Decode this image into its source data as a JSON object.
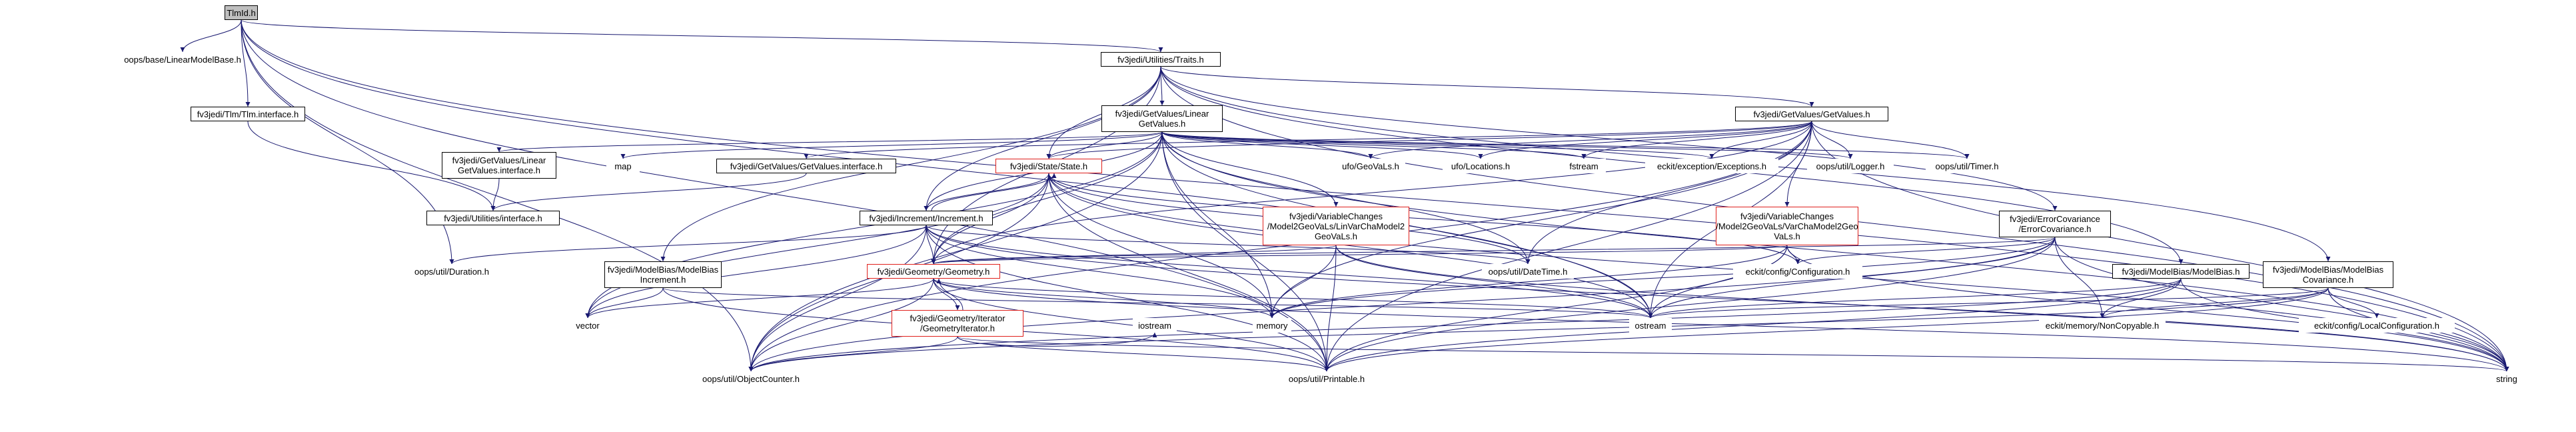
{
  "graph": {
    "title": "",
    "edge_color": "#191970",
    "nodes": [
      {
        "id": "tlmid",
        "label": "TlmId.h",
        "style": "root"
      },
      {
        "id": "linearmodelbase",
        "label": "oops/base/LinearModelBase.h",
        "style": "plain"
      },
      {
        "id": "traits",
        "label": "fv3jedi/Utilities/Traits.h",
        "style": "black"
      },
      {
        "id": "tlminterface",
        "label": "fv3jedi/Tlm/Tlm.interface.h",
        "style": "black"
      },
      {
        "id": "glinear",
        "label": "fv3jedi/GetValues/Linear\nGetValues.h",
        "style": "black"
      },
      {
        "id": "getvalues",
        "label": "fv3jedi/GetValues/GetValues.h",
        "style": "black"
      },
      {
        "id": "glinearinterface",
        "label": "fv3jedi/GetValues/Linear\nGetValues.interface.h",
        "style": "black"
      },
      {
        "id": "map",
        "label": "map",
        "style": "plain"
      },
      {
        "id": "gvinterface",
        "label": "fv3jedi/GetValues/GetValues.interface.h",
        "style": "black"
      },
      {
        "id": "state",
        "label": "fv3jedi/State/State.h",
        "style": "red"
      },
      {
        "id": "ufogeovals",
        "label": "ufo/GeoVaLs.h",
        "style": "plain"
      },
      {
        "id": "ufolocations",
        "label": "ufo/Locations.h",
        "style": "plain"
      },
      {
        "id": "fstream",
        "label": "fstream",
        "style": "plain"
      },
      {
        "id": "eckitexceptions",
        "label": "eckit/exception/Exceptions.h",
        "style": "plain"
      },
      {
        "id": "oopslogger",
        "label": "oops/util/Logger.h",
        "style": "plain"
      },
      {
        "id": "oopstimer",
        "label": "oops/util/Timer.h",
        "style": "plain"
      },
      {
        "id": "utilinterface",
        "label": "fv3jedi/Utilities/interface.h",
        "style": "black"
      },
      {
        "id": "increment",
        "label": "fv3jedi/Increment/Increment.h",
        "style": "black"
      },
      {
        "id": "vc_lin",
        "label": "fv3jedi/VariableChanges\n/Model2GeoVaLs/LinVarChaModel2\nGeoVaLs.h",
        "style": "red"
      },
      {
        "id": "vc",
        "label": "fv3jedi/VariableChanges\n/Model2GeoVaLs/VarChaModel2Geo\nVaLs.h",
        "style": "red"
      },
      {
        "id": "errcov",
        "label": "fv3jedi/ErrorCovariance\n/ErrorCovariance.h",
        "style": "black"
      },
      {
        "id": "oopsduration",
        "label": "oops/util/Duration.h",
        "style": "plain"
      },
      {
        "id": "modelbiasinc",
        "label": "fv3jedi/ModelBias/ModelBias\nIncrement.h",
        "style": "black"
      },
      {
        "id": "geometry",
        "label": "fv3jedi/Geometry/Geometry.h",
        "style": "red"
      },
      {
        "id": "oopsdatetime",
        "label": "oops/util/DateTime.h",
        "style": "plain"
      },
      {
        "id": "eckitconfig",
        "label": "eckit/config/Configuration.h",
        "style": "plain"
      },
      {
        "id": "modelbias",
        "label": "fv3jedi/ModelBias/ModelBias.h",
        "style": "black"
      },
      {
        "id": "modelbiascov",
        "label": "fv3jedi/ModelBias/ModelBias\nCovariance.h",
        "style": "black"
      },
      {
        "id": "geomiter",
        "label": "fv3jedi/Geometry/Iterator\n/GeometryIterator.h",
        "style": "red"
      },
      {
        "id": "vector",
        "label": "vector",
        "style": "plain"
      },
      {
        "id": "iostream",
        "label": "iostream",
        "style": "plain"
      },
      {
        "id": "memory",
        "label": "memory",
        "style": "plain"
      },
      {
        "id": "ostream",
        "label": "ostream",
        "style": "plain"
      },
      {
        "id": "noncopyable",
        "label": "eckit/memory/NonCopyable.h",
        "style": "plain"
      },
      {
        "id": "localconfig",
        "label": "eckit/config/LocalConfiguration.h",
        "style": "plain"
      },
      {
        "id": "objectcounter",
        "label": "oops/util/ObjectCounter.h",
        "style": "plain"
      },
      {
        "id": "printable",
        "label": "oops/util/Printable.h",
        "style": "plain"
      },
      {
        "id": "string",
        "label": "string",
        "style": "plain"
      }
    ],
    "edges": [
      [
        "tlmid",
        "linearmodelbase"
      ],
      [
        "tlmid",
        "traits"
      ],
      [
        "tlmid",
        "tlminterface"
      ],
      [
        "tlmid",
        "oopsduration"
      ],
      [
        "tlmid",
        "objectcounter"
      ],
      [
        "tlmid",
        "printable"
      ],
      [
        "tlmid",
        "string"
      ],
      [
        "tlmid",
        "ostream"
      ],
      [
        "traits",
        "glinear"
      ],
      [
        "traits",
        "getvalues"
      ],
      [
        "traits",
        "state"
      ],
      [
        "traits",
        "increment"
      ],
      [
        "traits",
        "geometry"
      ],
      [
        "traits",
        "errcov"
      ],
      [
        "traits",
        "modelbias"
      ],
      [
        "traits",
        "modelbiasinc"
      ],
      [
        "traits",
        "modelbiascov"
      ],
      [
        "traits",
        "string"
      ],
      [
        "tlminterface",
        "utilinterface"
      ],
      [
        "glinear",
        "glinearinterface"
      ],
      [
        "glinear",
        "map"
      ],
      [
        "glinear",
        "state"
      ],
      [
        "glinear",
        "ufogeovals"
      ],
      [
        "glinear",
        "ufolocations"
      ],
      [
        "glinear",
        "fstream"
      ],
      [
        "glinear",
        "eckitexceptions"
      ],
      [
        "glinear",
        "oopslogger"
      ],
      [
        "glinear",
        "oopstimer"
      ],
      [
        "glinear",
        "increment"
      ],
      [
        "glinear",
        "vc_lin"
      ],
      [
        "glinear",
        "geometry"
      ],
      [
        "glinear",
        "oopsdatetime"
      ],
      [
        "glinear",
        "memory"
      ],
      [
        "glinear",
        "vector"
      ],
      [
        "glinear",
        "objectcounter"
      ],
      [
        "glinear",
        "printable"
      ],
      [
        "glinear",
        "string"
      ],
      [
        "glinear",
        "ostream"
      ],
      [
        "getvalues",
        "gvinterface"
      ],
      [
        "getvalues",
        "state"
      ],
      [
        "getvalues",
        "ufogeovals"
      ],
      [
        "getvalues",
        "ufolocations"
      ],
      [
        "getvalues",
        "fstream"
      ],
      [
        "getvalues",
        "eckitexceptions"
      ],
      [
        "getvalues",
        "oopslogger"
      ],
      [
        "getvalues",
        "oopstimer"
      ],
      [
        "getvalues",
        "vc"
      ],
      [
        "getvalues",
        "geometry"
      ],
      [
        "getvalues",
        "oopsdatetime"
      ],
      [
        "getvalues",
        "memory"
      ],
      [
        "getvalues",
        "objectcounter"
      ],
      [
        "getvalues",
        "printable"
      ],
      [
        "getvalues",
        "string"
      ],
      [
        "getvalues",
        "ostream"
      ],
      [
        "glinearinterface",
        "utilinterface"
      ],
      [
        "gvinterface",
        "utilinterface"
      ],
      [
        "state",
        "increment"
      ],
      [
        "state",
        "geometry"
      ],
      [
        "state",
        "oopsdatetime"
      ],
      [
        "state",
        "eckitconfig"
      ],
      [
        "state",
        "memory"
      ],
      [
        "state",
        "vector"
      ],
      [
        "state",
        "objectcounter"
      ],
      [
        "state",
        "printable"
      ],
      [
        "state",
        "string"
      ],
      [
        "state",
        "ostream"
      ],
      [
        "increment",
        "state"
      ],
      [
        "increment",
        "geometry"
      ],
      [
        "increment",
        "oopsdatetime"
      ],
      [
        "increment",
        "oopsduration"
      ],
      [
        "increment",
        "memory"
      ],
      [
        "increment",
        "vector"
      ],
      [
        "increment",
        "objectcounter"
      ],
      [
        "increment",
        "printable"
      ],
      [
        "increment",
        "string"
      ],
      [
        "increment",
        "ostream"
      ],
      [
        "vc_lin",
        "geometry"
      ],
      [
        "vc_lin",
        "memory"
      ],
      [
        "vc_lin",
        "ostream"
      ],
      [
        "vc_lin",
        "printable"
      ],
      [
        "vc_lin",
        "string"
      ],
      [
        "vc",
        "geometry"
      ],
      [
        "vc",
        "eckitconfig"
      ],
      [
        "vc",
        "memory"
      ],
      [
        "vc",
        "ostream"
      ],
      [
        "vc",
        "printable"
      ],
      [
        "vc",
        "string"
      ],
      [
        "errcov",
        "geometry"
      ],
      [
        "errcov",
        "eckitconfig"
      ],
      [
        "errcov",
        "noncopyable"
      ],
      [
        "errcov",
        "memory"
      ],
      [
        "errcov",
        "ostream"
      ],
      [
        "errcov",
        "objectcounter"
      ],
      [
        "errcov",
        "printable"
      ],
      [
        "errcov",
        "string"
      ],
      [
        "modelbiasinc",
        "vector"
      ],
      [
        "modelbiasinc",
        "printable"
      ],
      [
        "modelbiasinc",
        "ostream"
      ],
      [
        "geometry",
        "geomiter"
      ],
      [
        "geometry",
        "memory"
      ],
      [
        "geometry",
        "vector"
      ],
      [
        "geometry",
        "ostream"
      ],
      [
        "geometry",
        "objectcounter"
      ],
      [
        "geometry",
        "printable"
      ],
      [
        "geometry",
        "string"
      ],
      [
        "geomiter",
        "geometry"
      ],
      [
        "geomiter",
        "iostream"
      ],
      [
        "geomiter",
        "objectcounter"
      ],
      [
        "geomiter",
        "printable"
      ],
      [
        "geomiter",
        "string"
      ],
      [
        "modelbias",
        "noncopyable"
      ],
      [
        "modelbias",
        "objectcounter"
      ],
      [
        "modelbias",
        "printable"
      ],
      [
        "modelbias",
        "ostream"
      ],
      [
        "modelbias",
        "string"
      ],
      [
        "modelbiascov",
        "localconfig"
      ],
      [
        "modelbiascov",
        "noncopyable"
      ],
      [
        "modelbiascov",
        "objectcounter"
      ],
      [
        "modelbiascov",
        "printable"
      ],
      [
        "modelbiascov",
        "ostream"
      ],
      [
        "modelbiascov",
        "string"
      ]
    ]
  }
}
